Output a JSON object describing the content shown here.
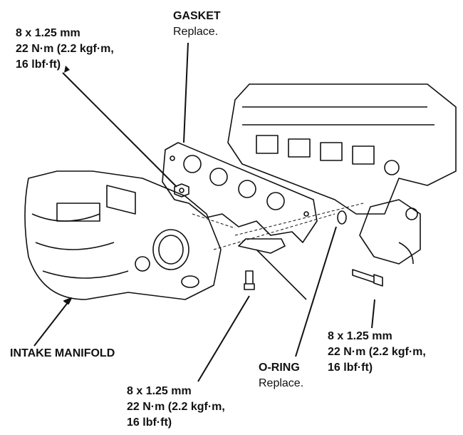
{
  "labels": {
    "top_bolt": {
      "size": "8 x 1.25 mm",
      "torque": "22 N·m (2.2 kgf·m,",
      "torque2": "16 lbf·ft)"
    },
    "gasket": {
      "name": "GASKET",
      "note": "Replace."
    },
    "intake_manifold": {
      "name": "INTAKE MANIFOLD"
    },
    "bottom_bolt": {
      "size": "8 x 1.25 mm",
      "torque": "22 N·m (2.2 kgf·m,",
      "torque2": "16 lbf·ft)"
    },
    "o_ring": {
      "name": "O-RING",
      "note": "Replace."
    },
    "right_bolt": {
      "size": "8 x 1.25 mm",
      "torque": "22 N·m (2.2 kgf·m,",
      "torque2": "16 lbf·ft)"
    }
  },
  "colors": {
    "ink": "#111111",
    "paper": "#ffffff"
  }
}
